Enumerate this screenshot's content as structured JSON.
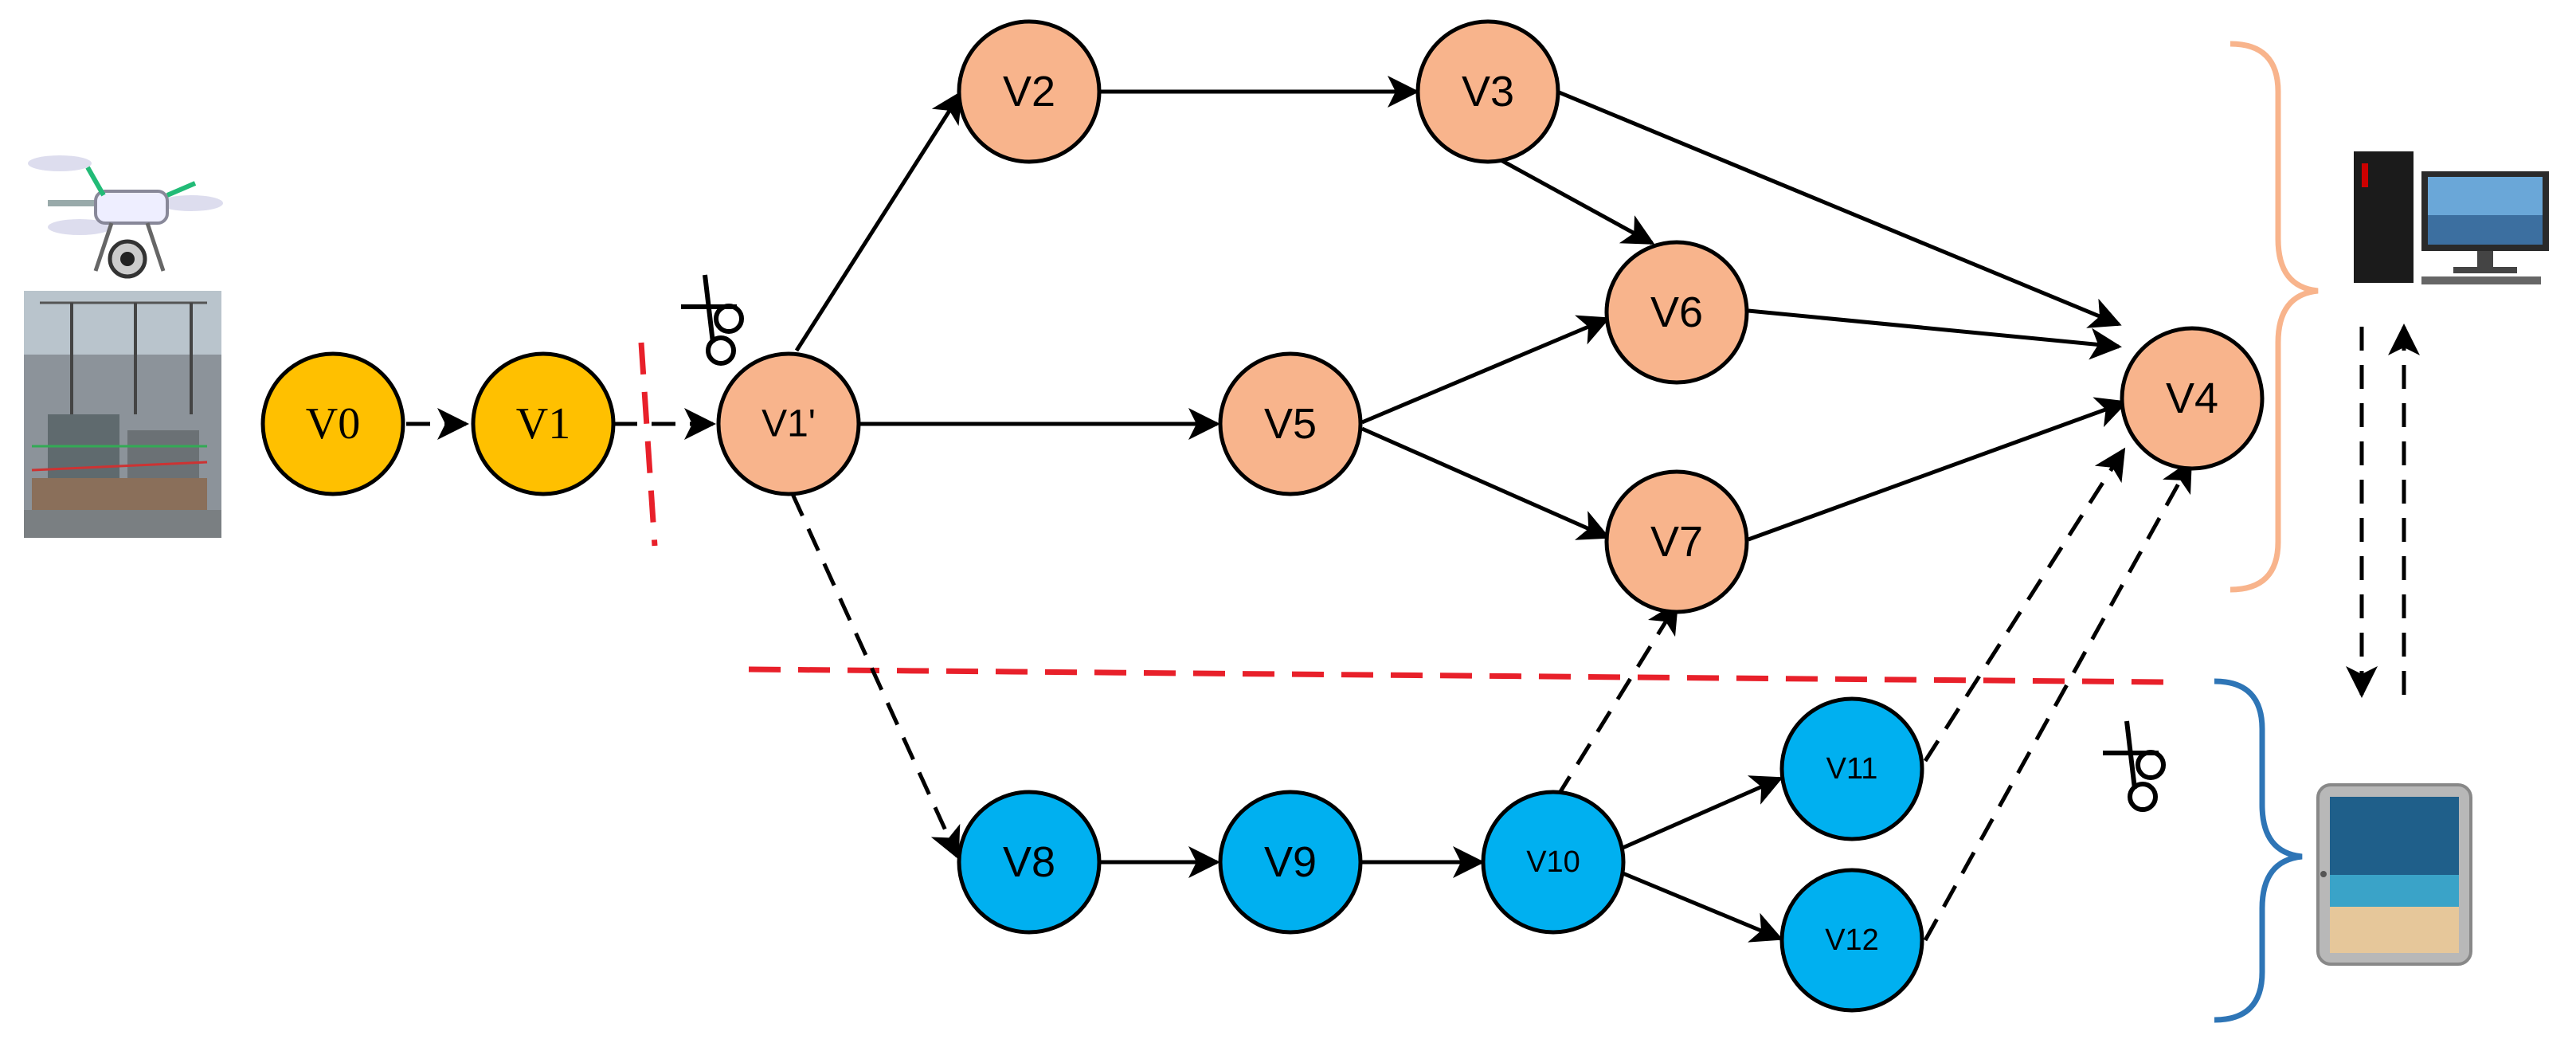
{
  "nodes": {
    "v0": {
      "label": "V0"
    },
    "v1": {
      "label": "V1"
    },
    "v1p": {
      "label": "V1'"
    },
    "v2": {
      "label": "V2"
    },
    "v3": {
      "label": "V3"
    },
    "v4": {
      "label": "V4"
    },
    "v5": {
      "label": "V5"
    },
    "v6": {
      "label": "V6"
    },
    "v7": {
      "label": "V7"
    },
    "v8": {
      "label": "V8"
    },
    "v9": {
      "label": "V9"
    },
    "v10": {
      "label": "V10"
    },
    "v11": {
      "label": "V11"
    },
    "v12": {
      "label": "V12"
    }
  },
  "colors": {
    "local_node": "#FFC000",
    "server_node": "#F8B48C",
    "tablet_node": "#00B0F0",
    "cut_line": "#E8202A",
    "server_brace": "#F8B48C",
    "tablet_brace": "#2E75B6",
    "edge": "#000000"
  },
  "icons": [
    "drone-icon",
    "substation-photo",
    "scissors-icon",
    "desktop-computer-icon",
    "tablet-icon"
  ]
}
